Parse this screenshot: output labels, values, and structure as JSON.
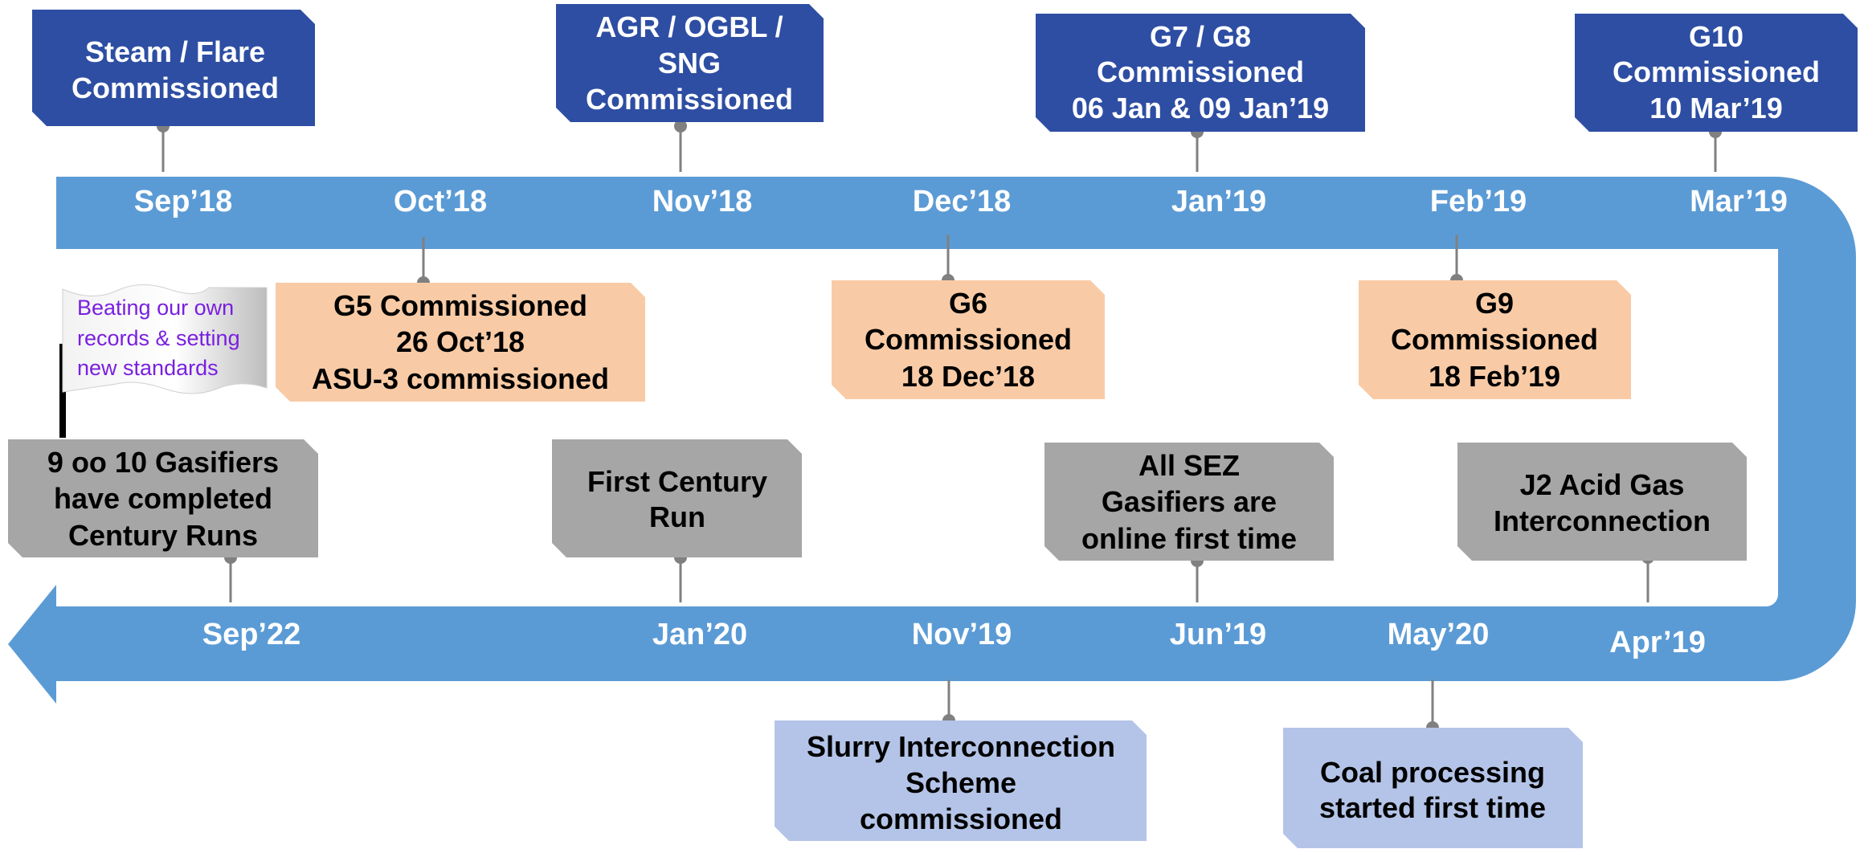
{
  "colors": {
    "track": "#5b9bd5",
    "navy_box": "#2e4ea3",
    "peach_box": "#f8cba6",
    "gray_box": "#a6a6a6",
    "lavender_box": "#b4c4e8",
    "connector": "#808080",
    "flag_text": "#7a1fe0"
  },
  "top_months": [
    "Sep’18",
    "Oct’18",
    "Nov’18",
    "Dec’18",
    "Jan’19",
    "Feb’19",
    "Mar’19"
  ],
  "bottom_months": [
    "Sep’22",
    "Jan’20",
    "Nov’19",
    "Jun’19",
    "May’20",
    "Apr’19"
  ],
  "milestones": [
    {
      "style": "navy",
      "lines": [
        "Steam / Flare",
        "Commissioned"
      ]
    },
    {
      "style": "navy",
      "lines": [
        "AGR / OGBL /",
        "SNG",
        "Commissioned"
      ]
    },
    {
      "style": "navy",
      "lines": [
        "G7 / G8",
        "Commissioned",
        "06 Jan & 09 Jan’19"
      ]
    },
    {
      "style": "navy",
      "lines": [
        "G10",
        "Commissioned",
        "10 Mar’19"
      ]
    },
    {
      "style": "peach",
      "lines": [
        "G5 Commissioned",
        "26 Oct’18",
        "ASU-3 commissioned"
      ]
    },
    {
      "style": "peach",
      "lines": [
        "G6",
        "Commissioned",
        "18 Dec’18"
      ]
    },
    {
      "style": "peach",
      "lines": [
        "G9",
        "Commissioned",
        "18 Feb’19"
      ]
    },
    {
      "style": "gray",
      "lines": [
        "9 oo 10 Gasifiers",
        "have completed",
        "Century Runs"
      ]
    },
    {
      "style": "gray",
      "lines": [
        "First Century",
        "Run"
      ]
    },
    {
      "style": "gray",
      "lines": [
        "All SEZ",
        "Gasifiers are",
        "online first time"
      ]
    },
    {
      "style": "gray",
      "lines": [
        "J2 Acid Gas",
        "Interconnection"
      ]
    },
    {
      "style": "lavender",
      "lines": [
        "Slurry Interconnection",
        "Scheme",
        "commissioned"
      ]
    },
    {
      "style": "lavender",
      "lines": [
        "Coal processing",
        "started first time"
      ]
    }
  ],
  "flag": {
    "lines": [
      "Beating our own",
      "records & setting",
      "new standards"
    ]
  }
}
